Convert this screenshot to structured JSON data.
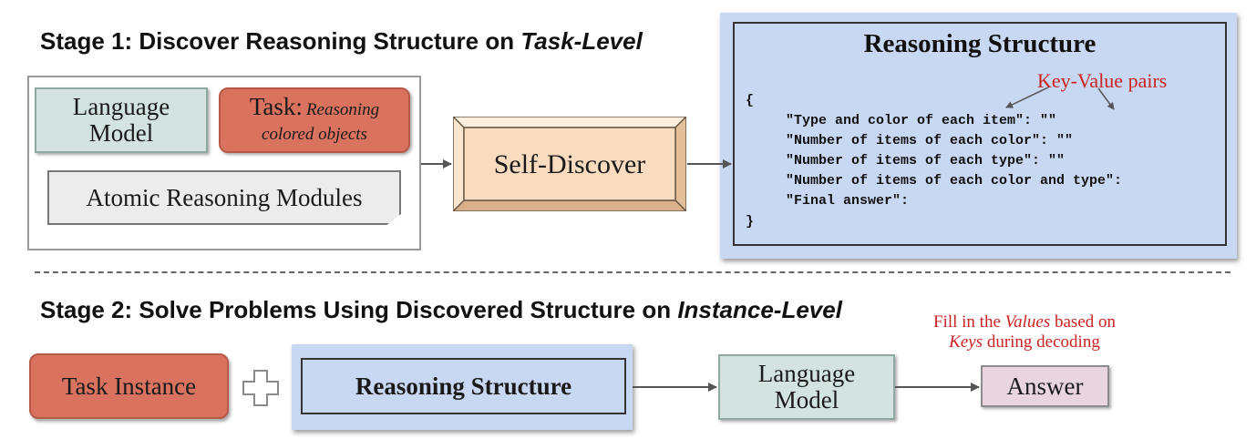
{
  "stage1": {
    "title_prefix": "Stage 1: Discover Reasoning Structure on ",
    "title_emph": "Task-Level",
    "language_model_line1": "Language",
    "language_model_line2": "Model",
    "task_label": "Task:",
    "task_desc_line1": "Reasoning",
    "task_desc_line2": "colored objects",
    "atomic_modules": "Atomic Reasoning Modules",
    "self_discover": "Self-Discover"
  },
  "reasoning_structure": {
    "title": "Reasoning Structure",
    "annotation": "Key-Value pairs",
    "open_brace": "{",
    "close_brace": "}",
    "lines": [
      "\"Type and color of each item\": \"\"",
      "\"Number of items of each color\": \"\"",
      "\"Number of items of each type\": \"\"",
      "\"Number of items of each color and type\":",
      "\"Final answer\":"
    ]
  },
  "stage2": {
    "title_prefix": "Stage 2: Solve Problems Using Discovered Structure on ",
    "title_emph": "Instance-Level",
    "task_instance": "Task Instance",
    "reasoning_structure": "Reasoning Structure",
    "language_model_line1": "Language",
    "language_model_line2": "Model",
    "answer": "Answer",
    "note_part1": "Fill in the ",
    "note_values": "Values",
    "note_part2": " based on",
    "note_keys": "Keys",
    "note_part3": " during decoding"
  },
  "colors": {
    "task_red": "#d9735f",
    "model_teal": "#d3e4e0",
    "structure_blue": "#c8d7f2",
    "self_discover_peach": "#f9dcbf",
    "answer_pink": "#e9d5e0",
    "annotation_red": "#cc2222"
  }
}
